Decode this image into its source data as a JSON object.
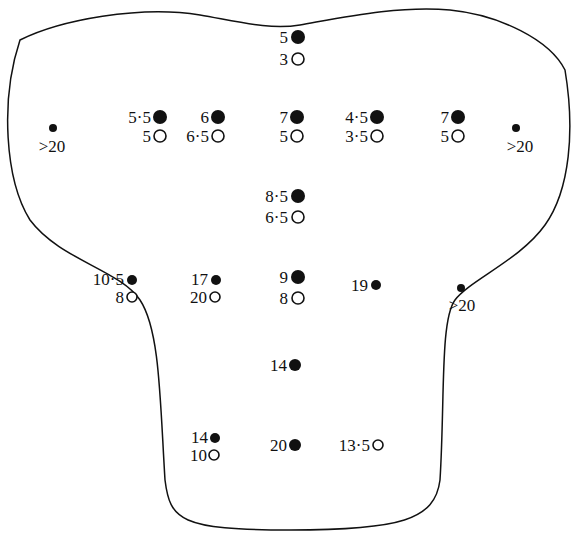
{
  "diagram": {
    "labels": [
      "5",
      "3",
      "5·5",
      "5",
      "6",
      "6·5",
      "7",
      "5",
      "4·5",
      "3·5",
      "7",
      "5",
      ">20",
      ">20",
      "8·5",
      "6·5",
      "10·5",
      "8",
      "17",
      "20",
      "9",
      "8",
      "19",
      ">20",
      "14",
      "14",
      "10",
      "20",
      "13·5"
    ]
  }
}
